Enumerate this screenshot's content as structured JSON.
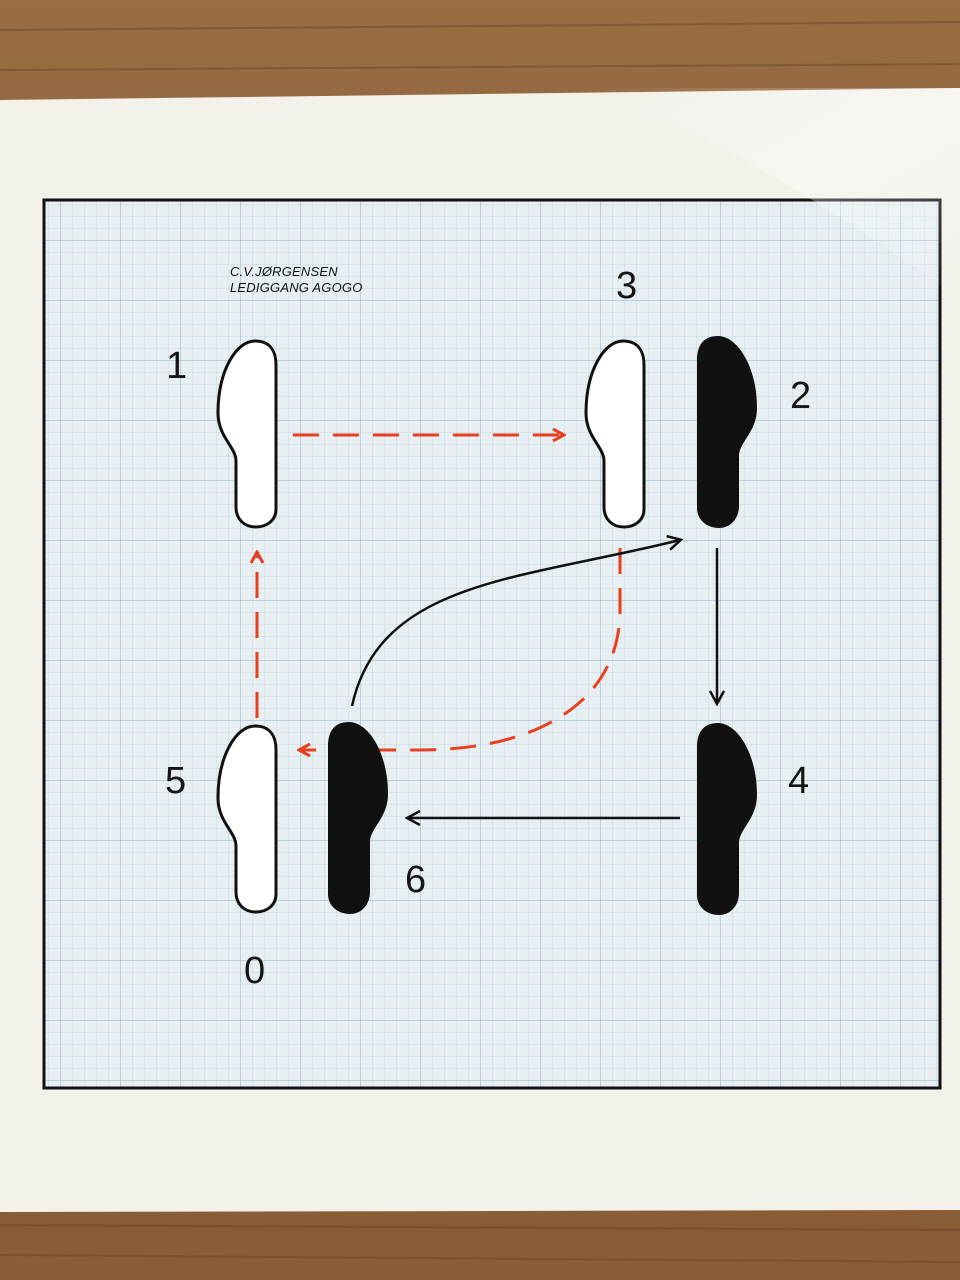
{
  "poster": {
    "credit": {
      "artist": "C.V.JØRGENSEN",
      "title": "LEDIGGANG AGOGO"
    },
    "step_numbers": {
      "n0": "0",
      "n1": "1",
      "n2": "2",
      "n3": "3",
      "n4": "4",
      "n5": "5",
      "n6": "6"
    },
    "colors": {
      "wood": "#8a6038",
      "card": "#f3f1ea",
      "grid_background": "#e8eff2",
      "grid_line": "#a9c6d8",
      "dashed_arrow": "#e8401e",
      "solid_arrow": "#111111",
      "left_foot_fill": "#ffffff",
      "right_foot_fill": "#111111"
    },
    "footprints": [
      {
        "side": "left",
        "style": "outline"
      },
      {
        "side": "left",
        "style": "outline"
      },
      {
        "side": "left",
        "style": "outline"
      },
      {
        "side": "right",
        "style": "filled"
      },
      {
        "side": "right",
        "style": "filled"
      },
      {
        "side": "right",
        "style": "filled"
      }
    ]
  }
}
